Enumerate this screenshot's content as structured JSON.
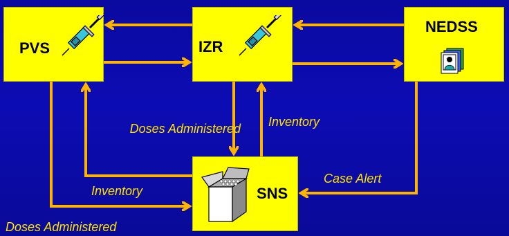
{
  "nodes": {
    "pvs": {
      "label": "PVS"
    },
    "izr": {
      "label": "IZR"
    },
    "nedss": {
      "label": "NEDSS"
    },
    "sns": {
      "label": "SNS"
    }
  },
  "edges": {
    "doses_administered_izr": "Doses Administered",
    "inventory_izr": "Inventory",
    "inventory_pvs": "Inventory",
    "case_alert": "Case Alert",
    "doses_administered_pvs": "Doses Administered"
  },
  "icons": {
    "pvs": "syringe-icon",
    "izr": "syringe-icon",
    "nedss": "person-records-icon",
    "sns": "supply-box-icon"
  },
  "colors": {
    "background": "#0c0cb4",
    "box": "#ffff00",
    "arrow": "#ffb400",
    "edge_text": "#ffe400"
  }
}
